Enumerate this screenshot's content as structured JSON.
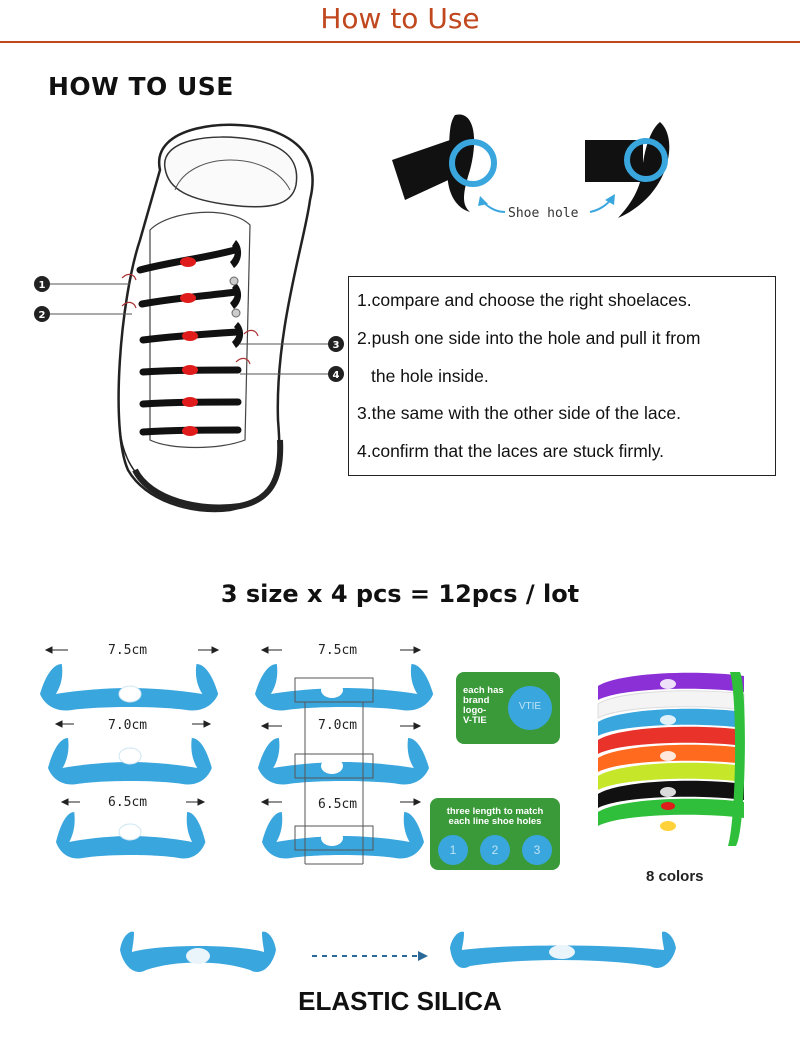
{
  "header": {
    "title": "How to Use"
  },
  "howto": {
    "heading": "HOW TO USE"
  },
  "diagram": {
    "callouts": [
      "1",
      "2",
      "3",
      "4"
    ],
    "shoe_hole_label": "Shoe hole"
  },
  "steps": [
    "1.compare and choose the right shoelaces.",
    "2.push one side into the hole and pull it from",
    "the hole inside.",
    "3.the same with the other side of the lace.",
    "4.confirm that the laces are stuck firmly."
  ],
  "sizes": {
    "heading": "3 size x 4 pcs = 12pcs / lot",
    "left_lengths": [
      "7.5cm",
      "7.0cm",
      "6.5cm"
    ],
    "right_lengths": [
      "7.5cm",
      "7.0cm",
      "6.5cm"
    ],
    "badge_logo": {
      "lines": [
        "each has",
        "brand",
        "logo-",
        "V-TIE"
      ],
      "logo_text": "VTIE"
    },
    "badge_length": {
      "lines": [
        "three length to match",
        "each line shoe holes"
      ],
      "numbers": [
        "1",
        "2",
        "3"
      ]
    },
    "colors_label": "8 colors",
    "lace_colors": [
      "#8b2fd6",
      "#ffffff",
      "#3aa6de",
      "#e8322a",
      "#ff6a1e",
      "#c6e62a",
      "#111111",
      "#2fbf3a"
    ]
  },
  "elastic": {
    "label": "ELASTIC SILICA"
  },
  "colors": {
    "accent": "#c0471e",
    "lace_blue": "#3aa6de",
    "badge_green": "#3a9a3a"
  }
}
